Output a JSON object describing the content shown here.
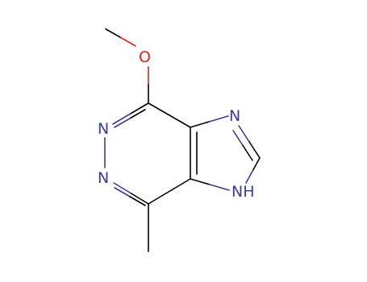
{
  "molecule": {
    "atoms": [
      {
        "id": "O",
        "label": "O",
        "color": "#e0241e"
      },
      {
        "id": "N1",
        "label": "N",
        "color": "#3b3b9c"
      },
      {
        "id": "N2",
        "label": "N",
        "color": "#3b3b9c"
      },
      {
        "id": "N3",
        "label": "N",
        "color": "#3b3b9c"
      },
      {
        "id": "NH",
        "label": "NH",
        "color": "#3b3b9c"
      }
    ],
    "bond_color": "#000000"
  }
}
